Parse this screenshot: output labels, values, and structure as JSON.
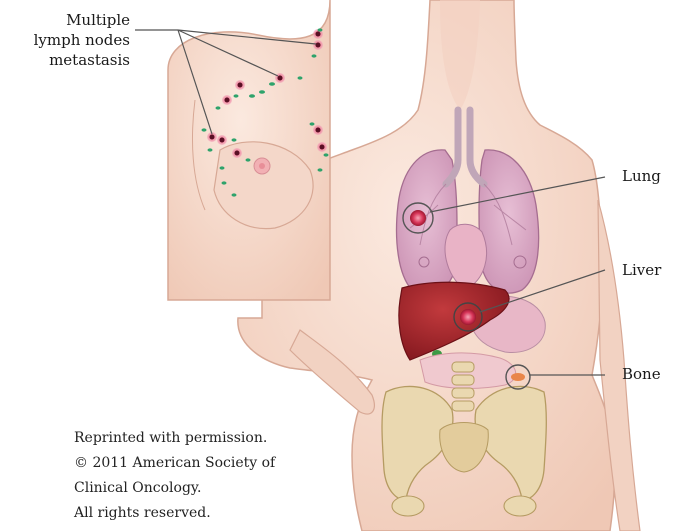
{
  "labels": {
    "lymph": [
      "Multiple",
      "lymph nodes",
      "metastasis"
    ],
    "lung": "Lung",
    "liver": "Liver",
    "bone": "Bone"
  },
  "credit": [
    "Reprinted with permission.",
    "© 2011 American Society of",
    "Clinical Oncology.",
    "All rights reserved."
  ],
  "colors": {
    "skin": "#f7ddd0",
    "skin_outline": "#d7a895",
    "lung": "#d9a8c3",
    "liver": "#9e2127",
    "bone": "#ead8b0",
    "tumor": "#c21e3a",
    "lymph_node": "#2ea36b",
    "leader_line": "#555555"
  }
}
